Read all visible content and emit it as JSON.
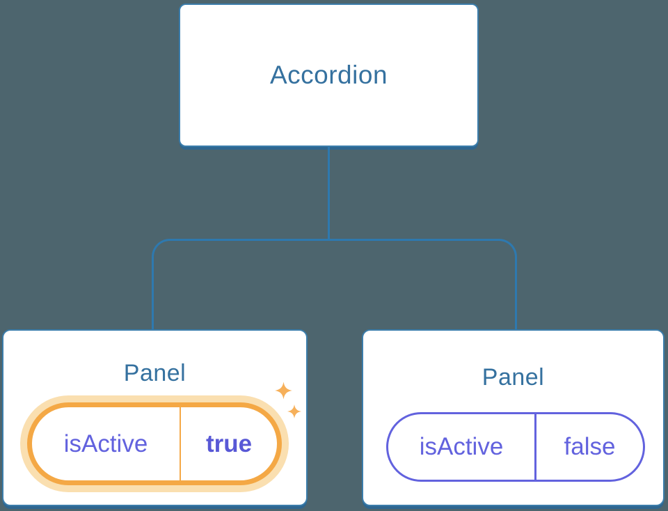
{
  "diagram": {
    "description": "React component tree diagram: Accordion parent with two Panel children holding isActive state",
    "root_label": "Accordion",
    "panels": [
      {
        "title": "Panel",
        "prop_name": "isActive",
        "prop_value": "true",
        "highlighted": true
      },
      {
        "title": "Panel",
        "prop_name": "isActive",
        "prop_value": "false",
        "highlighted": false
      }
    ],
    "icons": {
      "sparkles": "sparkles-icon"
    }
  },
  "colors": {
    "background": "#4d656e",
    "box_bg": "#ffffff",
    "box_border": "#3b7dab",
    "box_border_bottom": "#2e6690",
    "connector": "#2e79af",
    "heading_text": "#35719f",
    "prop_text": "#6262de",
    "prop_text_bold": "#5858d6",
    "highlight_orange": "#f4a845",
    "highlight_glow": "#fadfb0",
    "sparkle": "#f6b05a"
  }
}
